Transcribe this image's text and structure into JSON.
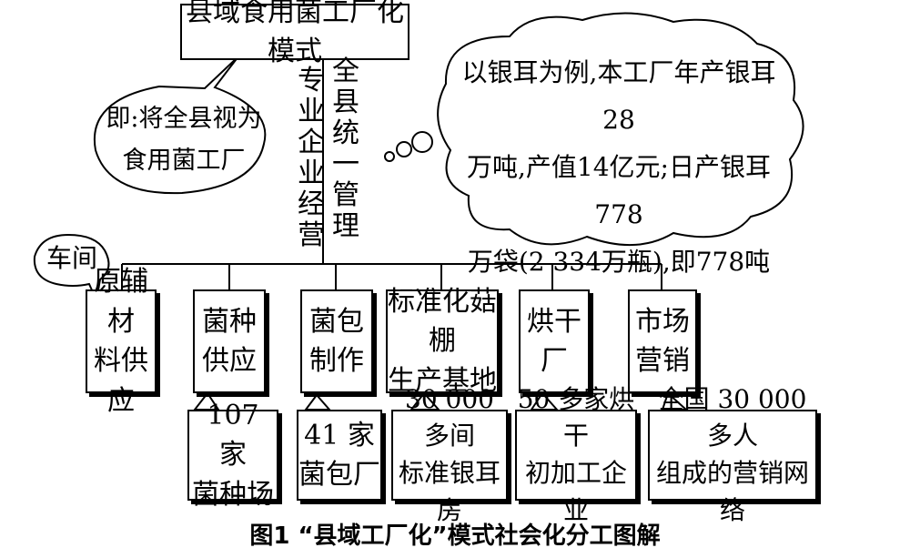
{
  "top": {
    "title": "县域食用菌工厂化模式"
  },
  "speech_left": {
    "line1": "即:将全县视为",
    "line2": "食用菌工厂"
  },
  "vertical_labels": {
    "left": "专业企业经营",
    "right": "全县统一管理"
  },
  "thought_bubble": {
    "line1": "以银耳为例,本工厂年产银耳28",
    "line2": "万吨,产值14亿元;日产银耳778",
    "line3": "万袋(2 334万瓶),即778吨"
  },
  "workshop_label": "车间",
  "departments": [
    {
      "line1": "原辅材",
      "line2": "料供应"
    },
    {
      "line1": "菌种",
      "line2": "供应"
    },
    {
      "line1": "菌包",
      "line2": "制作"
    },
    {
      "line1": "标准化菇棚",
      "line2": "生产基地"
    },
    {
      "line1": "烘干厂",
      "line2": ""
    },
    {
      "line1": "市场",
      "line2": "营销"
    }
  ],
  "details": [
    {
      "line1": "107 家",
      "line2": "菌种场"
    },
    {
      "line1": "41 家",
      "line2": "菌包厂"
    },
    {
      "line1": "30 000 多间",
      "line2": "标准银耳房"
    },
    {
      "line1": "50 多家烘干",
      "line2": "初加工企业"
    },
    {
      "line1": "全国 30 000 多人",
      "line2": "组成的营销网络"
    }
  ],
  "caption": "图1 “县域工厂化”模式社会化分工图解"
}
